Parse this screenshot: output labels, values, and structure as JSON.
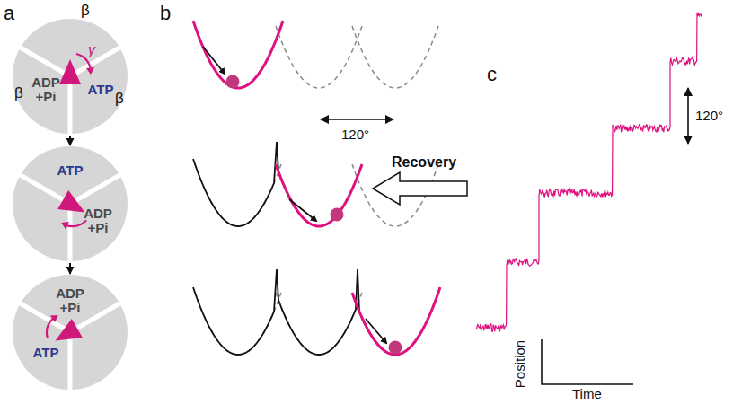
{
  "diagram": {
    "nodes": [
      {
        "text": [
          "β",
          "β",
          "β",
          "γ",
          "ADP +Pi",
          "ATP"
        ]
      },
      {
        "text": [
          "ATP",
          "ADP +Pi"
        ]
      },
      {
        "text": [
          "ADP +Pi",
          "ATP"
        ]
      }
    ],
    "edges": [
      {
        "from": 0,
        "to": 1,
        "arrow": "to"
      },
      {
        "from": 1,
        "to": 2,
        "arrow": "to"
      }
    ],
    "labels": [
      "a",
      "b",
      "c",
      "120°",
      "Recovery",
      "120°",
      "Position",
      "Time"
    ]
  }
}
